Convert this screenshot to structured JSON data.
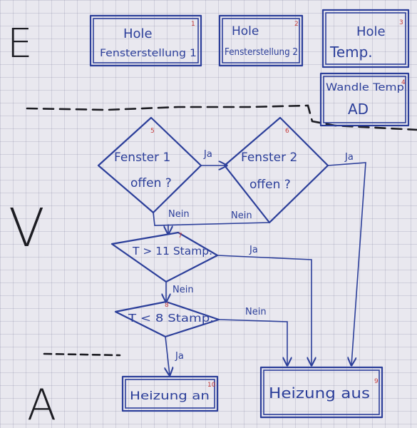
{
  "sections": {
    "e": "E",
    "v": "V",
    "a": "A"
  },
  "boxes": [
    {
      "num": "1",
      "lines": [
        "Hole",
        "Fensterstellung 1"
      ]
    },
    {
      "num": "2",
      "lines": [
        "Hole",
        "Fensterstellung 2"
      ]
    },
    {
      "num": "3",
      "lines": [
        "Hole",
        "Temp."
      ]
    },
    {
      "num": "4",
      "lines": [
        "Wandle Temp",
        "AD"
      ]
    }
  ],
  "decisions": [
    {
      "num": "5",
      "lines": [
        "Fenster 1",
        "offen ?"
      ]
    },
    {
      "num": "6",
      "lines": [
        "Fenster 2",
        "offen ?"
      ]
    },
    {
      "num": "7",
      "lines": [
        "T > 11 Stamp."
      ]
    },
    {
      "num": "8",
      "lines": [
        "T < 8 Stamp."
      ]
    }
  ],
  "outputs": [
    {
      "num": "10",
      "lines": [
        "Heizung an"
      ]
    },
    {
      "num": "9",
      "lines": [
        "Heizung aus"
      ]
    }
  ],
  "edge_labels": {
    "ja_5_6": "Ja",
    "ja_6_out": "Ja",
    "nein_5": "Nein",
    "nein_6": "Nein",
    "ja_7": "Ja",
    "nein_7": "Nein",
    "nein_8": "Nein",
    "ja_8": "Ja"
  }
}
